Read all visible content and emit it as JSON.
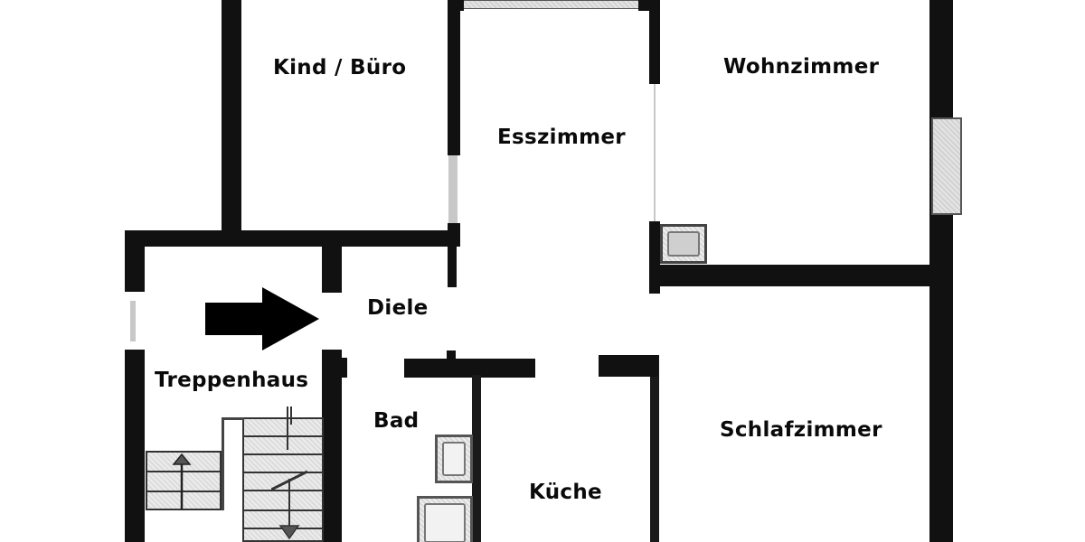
{
  "plan": {
    "type": "floor plan",
    "rooms": {
      "kind_buero": "Kind / Büro",
      "esszimmer": "Esszimmer",
      "wohnzimmer": "Wohnzimmer",
      "diele": "Diele",
      "treppenhaus": "Treppenhaus",
      "bad": "Bad",
      "kueche": "Küche",
      "schlafzimmer": "Schlafzimmer"
    },
    "entrance_arrow": "entrance-arrow",
    "colors": {
      "wall": "#111111",
      "background": "#ffffff",
      "fixture_fill": "#dddddd"
    }
  }
}
